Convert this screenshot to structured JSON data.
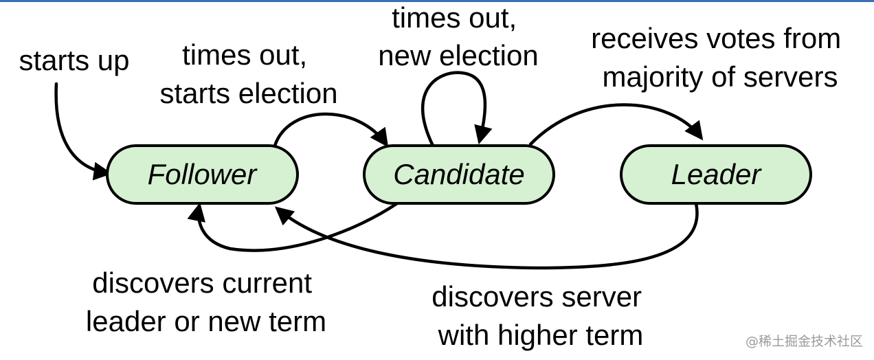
{
  "states": {
    "follower": "Follower",
    "candidate": "Candidate",
    "leader": "Leader"
  },
  "transitions": {
    "starts_up": [
      "starts up"
    ],
    "follower_to_candidate": [
      "times out,",
      "starts election"
    ],
    "candidate_self": [
      "times out,",
      "new election"
    ],
    "candidate_to_leader": [
      "receives votes from",
      "majority of servers"
    ],
    "candidate_to_follower": [
      "discovers current",
      "leader or new term"
    ],
    "leader_to_follower": [
      "discovers server",
      "with higher term"
    ]
  },
  "watermark": "@稀土掘金技术社区",
  "colors": {
    "state_fill": "#d6f1d2",
    "stroke": "#000000",
    "top_rule": "#3a6fb8",
    "watermark": "#9a9a9a"
  }
}
